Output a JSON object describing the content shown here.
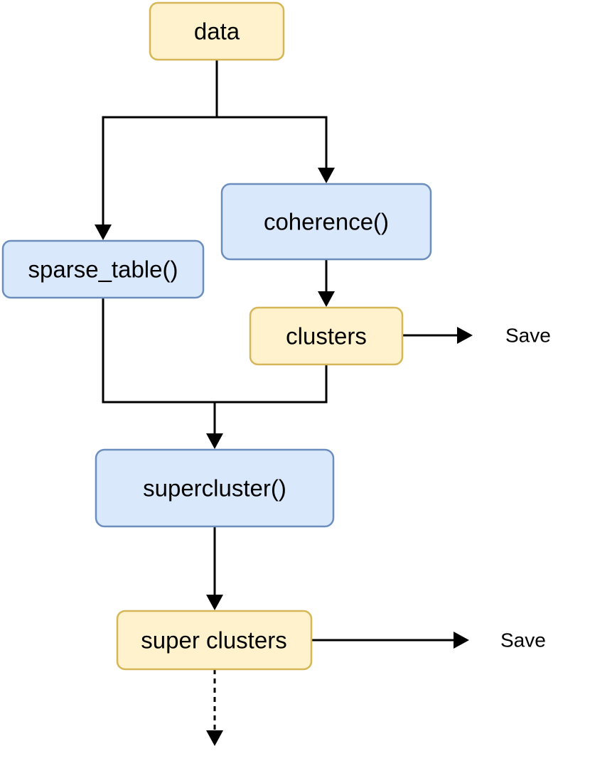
{
  "colors": {
    "process_fill": "#dae8fc",
    "process_stroke": "#6c8ebf",
    "data_fill": "#fff2cc",
    "data_stroke": "#d6b656",
    "edge": "#000000",
    "background": "#ffffff"
  },
  "nodes": {
    "data": {
      "label": "data",
      "kind": "data"
    },
    "sparse_table": {
      "label": "sparse_table()",
      "kind": "process"
    },
    "coherence": {
      "label": "coherence()",
      "kind": "process"
    },
    "clusters": {
      "label": "clusters",
      "kind": "data"
    },
    "supercluster": {
      "label": "supercluster()",
      "kind": "process"
    },
    "super_clusters": {
      "label": "super clusters",
      "kind": "data"
    }
  },
  "outputs": {
    "clusters_save": "Save",
    "super_clusters_save": "Save"
  },
  "edges": [
    {
      "from": "data",
      "to": "sparse_table",
      "style": "solid"
    },
    {
      "from": "data",
      "to": "coherence",
      "style": "solid"
    },
    {
      "from": "coherence",
      "to": "clusters",
      "style": "solid"
    },
    {
      "from": "clusters",
      "to": "clusters_save",
      "style": "solid"
    },
    {
      "from": "sparse_table",
      "to": "supercluster",
      "style": "solid"
    },
    {
      "from": "clusters",
      "to": "supercluster",
      "style": "solid"
    },
    {
      "from": "supercluster",
      "to": "super_clusters",
      "style": "solid"
    },
    {
      "from": "super_clusters",
      "to": "super_clusters_save",
      "style": "solid"
    },
    {
      "from": "super_clusters",
      "to": "continuation",
      "style": "dashed"
    }
  ]
}
